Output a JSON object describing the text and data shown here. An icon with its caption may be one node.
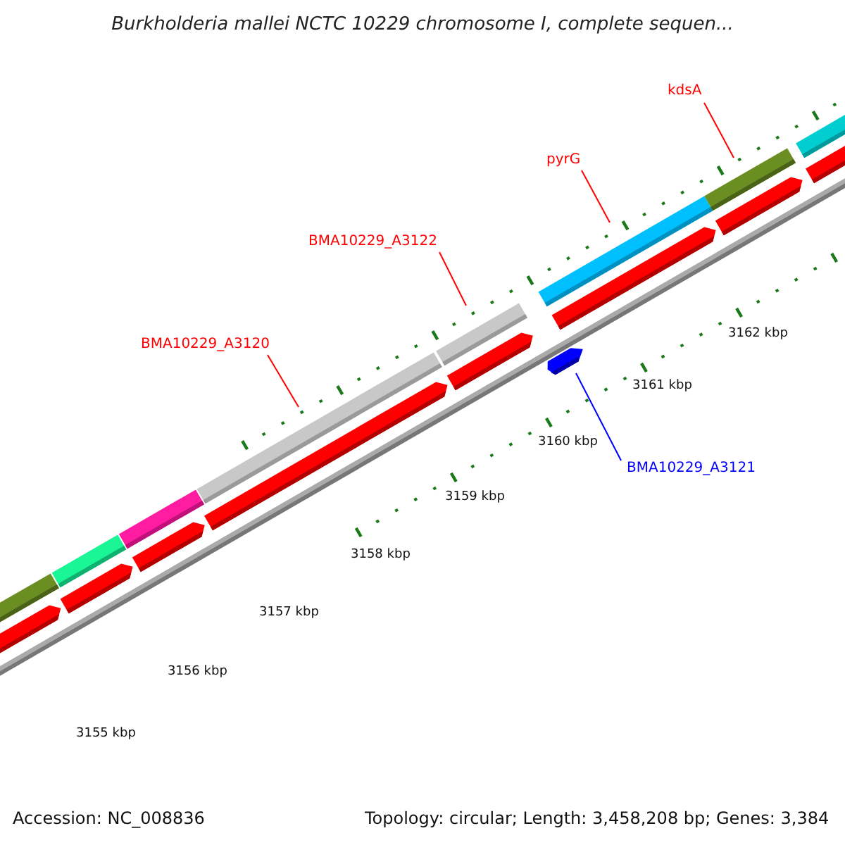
{
  "diagram": {
    "title": "Burkholderia mallei NCTC 10229 chromosome I, complete sequen...",
    "nodes": [
      {
        "text": [
          "kdsA"
        ]
      },
      {
        "text": [],
        "shape": "bar"
      },
      {
        "text": [
          "pyrG"
        ]
      },
      {
        "text": [],
        "shape": "bar"
      },
      {
        "text": [
          "BMA10229_A3122"
        ]
      },
      {
        "text": [],
        "shape": "bar"
      },
      {
        "text": [
          "BMA10229_A3120"
        ]
      },
      {
        "text": [],
        "shape": "bar"
      },
      {
        "text": [
          "BMA10229_A3121"
        ]
      },
      {
        "text": [],
        "shape": "bar"
      }
    ],
    "edges": [
      {
        "from": 0,
        "to": 1,
        "arrow": "none"
      },
      {
        "from": 2,
        "to": 3,
        "arrow": "none"
      },
      {
        "from": 4,
        "to": 5,
        "arrow": "none"
      },
      {
        "from": 6,
        "to": 7,
        "arrow": "none"
      },
      {
        "from": 8,
        "to": 9,
        "arrow": "none",
        "color": "#0000ff"
      }
    ],
    "labels": [
      "3162 kbp",
      "3161 kbp",
      "3160 kbp",
      "3159 kbp",
      "3158 kbp",
      "3157 kbp",
      "3156 kbp",
      "3155 kbp",
      "Accession: NC_008836",
      "Topology: circular; Length: 3,458,208 bp; Genes: 3,384"
    ]
  }
}
